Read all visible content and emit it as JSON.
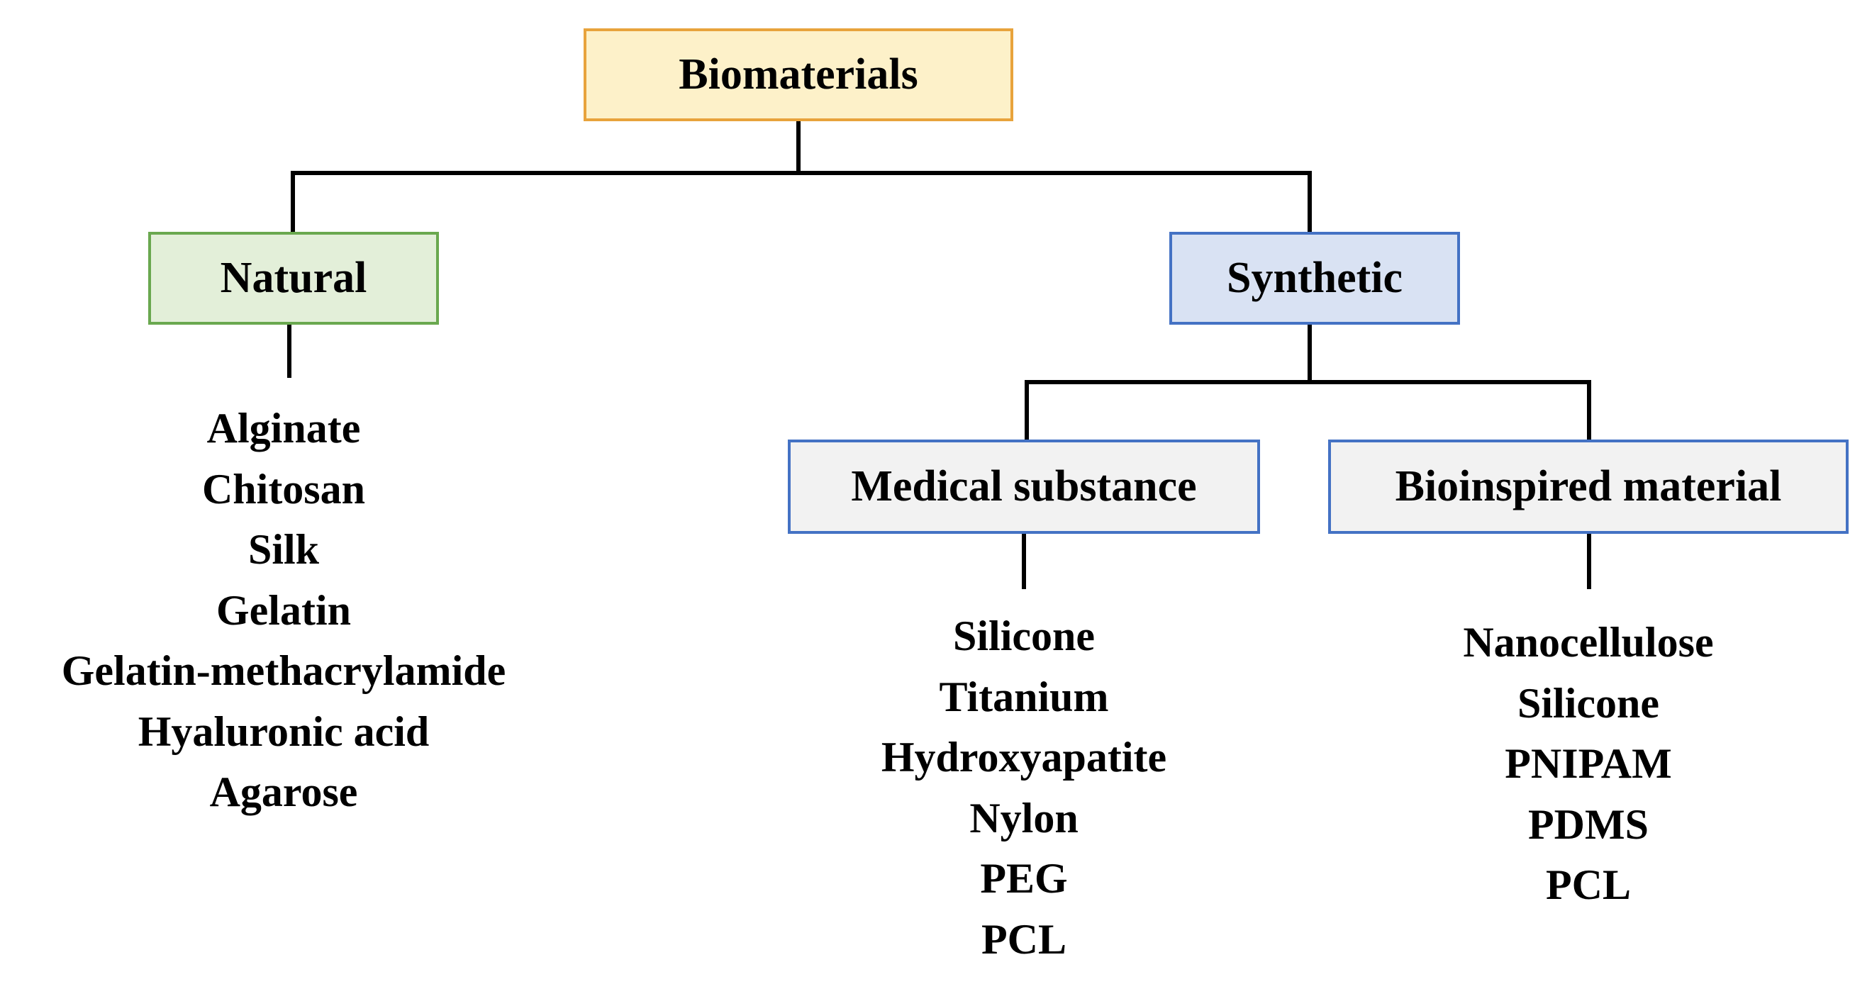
{
  "nodes": {
    "root": {
      "label": "Biomaterials",
      "fill": "#fdf1c9",
      "border": "#e8a33c"
    },
    "natural": {
      "label": "Natural",
      "fill": "#e3efd9",
      "border": "#6aa84f"
    },
    "synthetic": {
      "label": "Synthetic",
      "fill": "#d9e2f3",
      "border": "#4472c4"
    },
    "medical": {
      "label": "Medical substance",
      "fill": "#f2f2f2",
      "border": "#4472c4"
    },
    "bioinspired": {
      "label": "Bioinspired material",
      "fill": "#f2f2f2",
      "border": "#4472c4"
    }
  },
  "lists": {
    "natural": [
      "Alginate",
      "Chitosan",
      "Silk",
      "Gelatin",
      "Gelatin-methacrylamide",
      "Hyaluronic acid",
      "Agarose"
    ],
    "medical": [
      "Silicone",
      "Titanium",
      "Hydroxyapatite",
      "Nylon",
      "PEG",
      "PCL"
    ],
    "bioinspired": [
      "Nanocellulose",
      "Silicone",
      "PNIPAM",
      "PDMS",
      "PCL"
    ]
  },
  "colors": {
    "connector": "#000000",
    "text": "#000000"
  }
}
